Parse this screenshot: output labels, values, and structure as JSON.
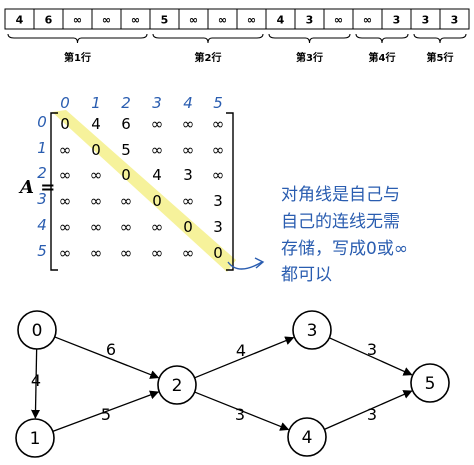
{
  "array": {
    "cells": [
      "4",
      "6",
      "∞",
      "∞",
      "∞",
      "5",
      "∞",
      "∞",
      "∞",
      "4",
      "3",
      "∞",
      "∞",
      "3",
      "3",
      "3"
    ],
    "groups": [
      {
        "label": "第1行",
        "start": 0,
        "end": 4
      },
      {
        "label": "第2行",
        "start": 5,
        "end": 8
      },
      {
        "label": "第3行",
        "start": 9,
        "end": 11
      },
      {
        "label": "第4行",
        "start": 12,
        "end": 13
      },
      {
        "label": "第5行",
        "start": 14,
        "end": 15
      }
    ]
  },
  "matrix": {
    "label": "A =",
    "col_indices": [
      "0",
      "1",
      "2",
      "3",
      "4",
      "5"
    ],
    "row_indices": [
      "0",
      "1",
      "2",
      "3",
      "4",
      "5"
    ],
    "rows": [
      [
        "0",
        "4",
        "6",
        "∞",
        "∞",
        "∞"
      ],
      [
        "∞",
        "0",
        "5",
        "∞",
        "∞",
        "∞"
      ],
      [
        "∞",
        "∞",
        "0",
        "4",
        "3",
        "∞"
      ],
      [
        "∞",
        "∞",
        "∞",
        "0",
        "∞",
        "3"
      ],
      [
        "∞",
        "∞",
        "∞",
        "∞",
        "0",
        "3"
      ],
      [
        "∞",
        "∞",
        "∞",
        "∞",
        "∞",
        "0"
      ]
    ],
    "highlight_color": "#f5f08a"
  },
  "note": {
    "lines": [
      "对角线是自己与",
      "自己的连线无需",
      "存储，写成0或∞",
      "都可以"
    ],
    "color": "#2a5db0"
  },
  "graph": {
    "nodes": [
      {
        "id": "n0",
        "label": "0"
      },
      {
        "id": "n1",
        "label": "1"
      },
      {
        "id": "n2",
        "label": "2"
      },
      {
        "id": "n3",
        "label": "3"
      },
      {
        "id": "n4",
        "label": "4"
      },
      {
        "id": "n5",
        "label": "5"
      }
    ],
    "edges": [
      {
        "from": "n0",
        "to": "n2",
        "weight": "6"
      },
      {
        "from": "n0",
        "to": "n1",
        "weight": "4"
      },
      {
        "from": "n1",
        "to": "n2",
        "weight": "5"
      },
      {
        "from": "n2",
        "to": "n3",
        "weight": "4"
      },
      {
        "from": "n2",
        "to": "n4",
        "weight": "3"
      },
      {
        "from": "n3",
        "to": "n5",
        "weight": "3"
      },
      {
        "from": "n4",
        "to": "n5",
        "weight": "3"
      }
    ]
  }
}
